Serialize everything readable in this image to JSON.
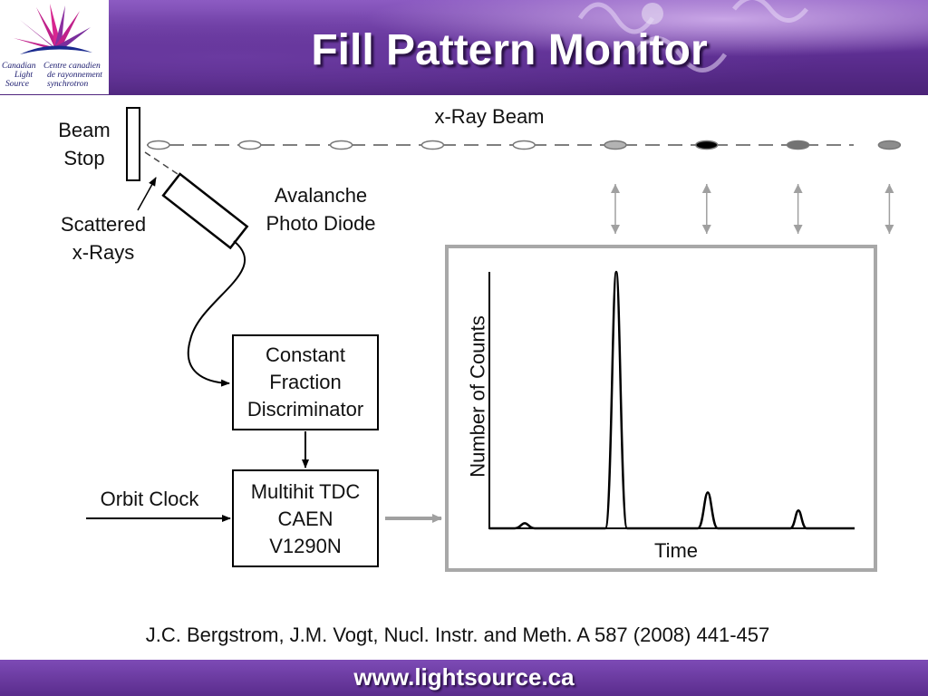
{
  "header": {
    "title": "Fill Pattern Monitor",
    "logo": {
      "text_en": [
        "Canadian",
        "Light",
        "Source"
      ],
      "text_fr": [
        "Centre canadien",
        "de rayonnement",
        "synchrotron"
      ]
    }
  },
  "diagram": {
    "beam_label": "x-Ray Beam",
    "beam_stop_label": [
      "Beam",
      "Stop"
    ],
    "scattered_label": [
      "Scattered",
      "x-Rays"
    ],
    "detector_label": [
      "Avalanche",
      "Photo Diode"
    ],
    "cfd_label": [
      "Constant",
      "Fraction",
      "Discriminator"
    ],
    "tdc_label": [
      "Multihit TDC",
      "CAEN",
      "V1290N"
    ],
    "orbit_clock_label": "Orbit Clock",
    "bunch_fill_levels": [
      0,
      0,
      0,
      0,
      0,
      0.3,
      1.0,
      0.55,
      0.45
    ],
    "colors": {
      "accent": "#5e2f93",
      "arrow_gray": "#a0a0a0",
      "bunch_outline": "#777777"
    }
  },
  "plot": {
    "ylabel": "Number of Counts",
    "xlabel": "Time",
    "peaks": [
      0.02,
      1.0,
      0.14,
      0.07
    ]
  },
  "citation": "J.C. Bergstrom, J.M. Vogt, Nucl. Instr. and Meth. A 587 (2008) 441-457",
  "footer": {
    "url": "www.lightsource.ca"
  }
}
